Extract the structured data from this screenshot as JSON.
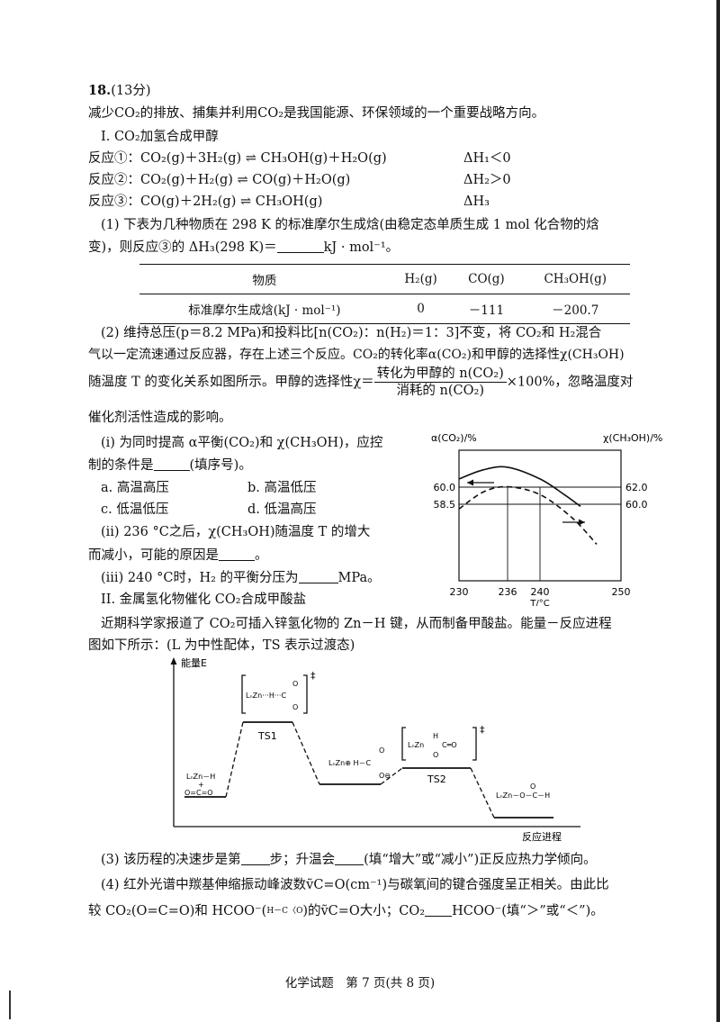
{
  "question": {
    "number": "18.",
    "points": "(13分)",
    "intro": "减少CO₂的排放、捕集并利用CO₂是我国能源、环保领域的一个重要战略方向。",
    "part1_title": "I. CO₂加氢合成甲醇",
    "reactions": [
      {
        "label": "反应①：",
        "eq": "CO₂(g)＋3H₂(g) ⇌ CH₃OH(g)＋H₂O(g)",
        "dh": "ΔH₁＜0"
      },
      {
        "label": "反应②：",
        "eq": "CO₂(g)＋H₂(g) ⇌ CO(g)＋H₂O(g)",
        "dh": "ΔH₂＞0"
      },
      {
        "label": "反应③：",
        "eq": "CO(g)＋2H₂(g) ⇌ CH₃OH(g)",
        "dh": "ΔH₃"
      }
    ],
    "q1_line1": "(1) 下表为几种物质在 298 K 的标准摩尔生成焓(由稳定态单质生成 1 mol 化合物的焓",
    "q1_line2a": "变)，则反应③的 ΔH₃(298 K)＝",
    "q1_line2b": "kJ · mol⁻¹。",
    "table": {
      "headers": [
        "物质",
        "H₂(g)",
        "CO(g)",
        "CH₃OH(g)"
      ],
      "row": [
        "标准摩尔生成焓(kJ · mol⁻¹)",
        "0",
        "－111",
        "－200.7"
      ]
    },
    "q2_line1": "(2) 维持总压(p＝8.2 MPa)和投料比[n(CO₂)：n(H₂)＝1：3]不变，将 CO₂和 H₂混合",
    "q2_line2": "气以一定流速通过反应器，存在上述三个反应。CO₂的转化率α(CO₂)和甲醇的选择性χ(CH₃OH)",
    "q2_line3a": "随温度 T 的变化关系如图所示。甲醇的选择性χ＝",
    "frac_num": "转化为甲醇的 n(CO₂)",
    "frac_den": "消耗的 n(CO₂)",
    "q2_line3b": "×100%，忽略温度对",
    "q2_line4": "催化剂活性造成的影响。",
    "qi_line1": "(i) 为同时提高 α平衡(CO₂)和 χ(CH₃OH)，应控",
    "qi_line2a": "制的条件是",
    "qi_line2b": "(填序号)。",
    "options": [
      "a. 高温高压",
      "b. 高温低压",
      "c. 低温低压",
      "d. 低温高压"
    ],
    "qii_line1": "(ii) 236 °C之后，χ(CH₃OH)随温度 T 的增大",
    "qii_line2a": "而减小，可能的原因是",
    "qii_line2b": "。",
    "qiii_a": "(iii) 240 °C时，H₂ 的平衡分压为",
    "qiii_b": "MPa。",
    "part2_title": "II. 金属氢化物催化 CO₂合成甲酸盐",
    "p2_line1": "近期科学家报道了 CO₂可插入锌氢化物的 Zn－H 键，从而制备甲酸盐。能量－反应进程",
    "p2_line2": "图如下所示：(L 为中性配体，TS 表示过渡态)",
    "q3_a": "(3) 该历程的决速步是第",
    "q3_b": "步；升温会",
    "q3_c": "(填“增大”或“减小”)正反应热力学倾向。",
    "q4_line1": "(4) 红外光谱中羰基伸缩振动峰波数ṽC=O(cm⁻¹)与碳氧间的键合强度呈正相关。由此比",
    "q4_a": "较 CO₂(O=C=O)和 HCOO⁻(",
    "q4_b": ")的ṽC=O大小；CO₂",
    "q4_c": "HCOO⁻(填“＞”或“＜”)。"
  },
  "chart_data": {
    "type": "line",
    "xlabel": "T/°C",
    "ylabel_left": "α(CO₂)/%",
    "ylabel_right": "χ(CH₃OH)/%",
    "x_ticks": [
      "230",
      "236",
      "240",
      "250"
    ],
    "xlim": [
      230,
      250
    ],
    "left_ticks": [
      "60.0",
      "58.5"
    ],
    "right_ticks": [
      "62.0",
      "60.0"
    ],
    "series": [
      {
        "style": "solid",
        "x": [
          230,
          233,
          236,
          240,
          243,
          245
        ],
        "y": [
          0.78,
          0.85,
          0.87,
          0.78,
          0.66,
          0.57
        ]
      },
      {
        "style": "dashed",
        "x": [
          230,
          233,
          236,
          240,
          244,
          247
        ],
        "y": [
          0.55,
          0.68,
          0.72,
          0.66,
          0.48,
          0.28
        ]
      }
    ]
  },
  "energy_diagram": {
    "y_axis": "能量E",
    "x_axis": "反应进程",
    "ts1": "TS1",
    "ts2": "TS2",
    "reactant_1": "LₙZn－H",
    "reactant_plus": "+",
    "reactant_2": "O=C=O",
    "ts1_species": "LₙZn···H···C",
    "intermediate": "LₙZn⊕ H－C",
    "ts2_species": "LₙZn",
    "product": "LₙZn－O－C－H",
    "dagger": "‡"
  },
  "footer": "化学试题　第 7 页(共 8 页)"
}
